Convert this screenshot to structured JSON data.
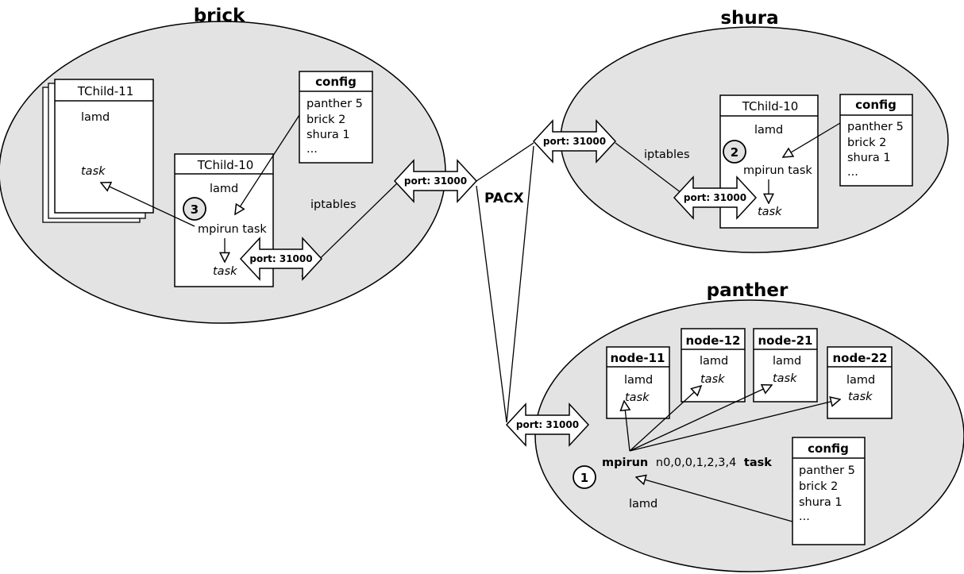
{
  "hosts": {
    "brick": {
      "title": "brick"
    },
    "shura": {
      "title": "shura"
    },
    "panther": {
      "title": "panther"
    }
  },
  "pacx": "PACX",
  "port_label": "port: 31000",
  "iptables": "iptables",
  "lamd": "lamd",
  "task": "task",
  "mpirun_task": "mpirun task",
  "config": {
    "title": "config",
    "lines": [
      "panther 5",
      "brick 2",
      "shura 1",
      "..."
    ]
  },
  "tchild11": {
    "title": "TChild-11"
  },
  "tchild10": {
    "title": "TChild-10"
  },
  "nodes": [
    "node-11",
    "node-12",
    "node-21",
    "node-22"
  ],
  "panther_cmd": {
    "mpirun": "mpirun",
    "args": "n0,0,0,1,2,3,4",
    "task": "task"
  },
  "steps": [
    "1",
    "2",
    "3"
  ],
  "colors": {
    "ellipse_fill": "#e3e3e3",
    "stroke": "#000000",
    "box_fill": "#ffffff",
    "badge_fill": "#e3e3e3"
  }
}
